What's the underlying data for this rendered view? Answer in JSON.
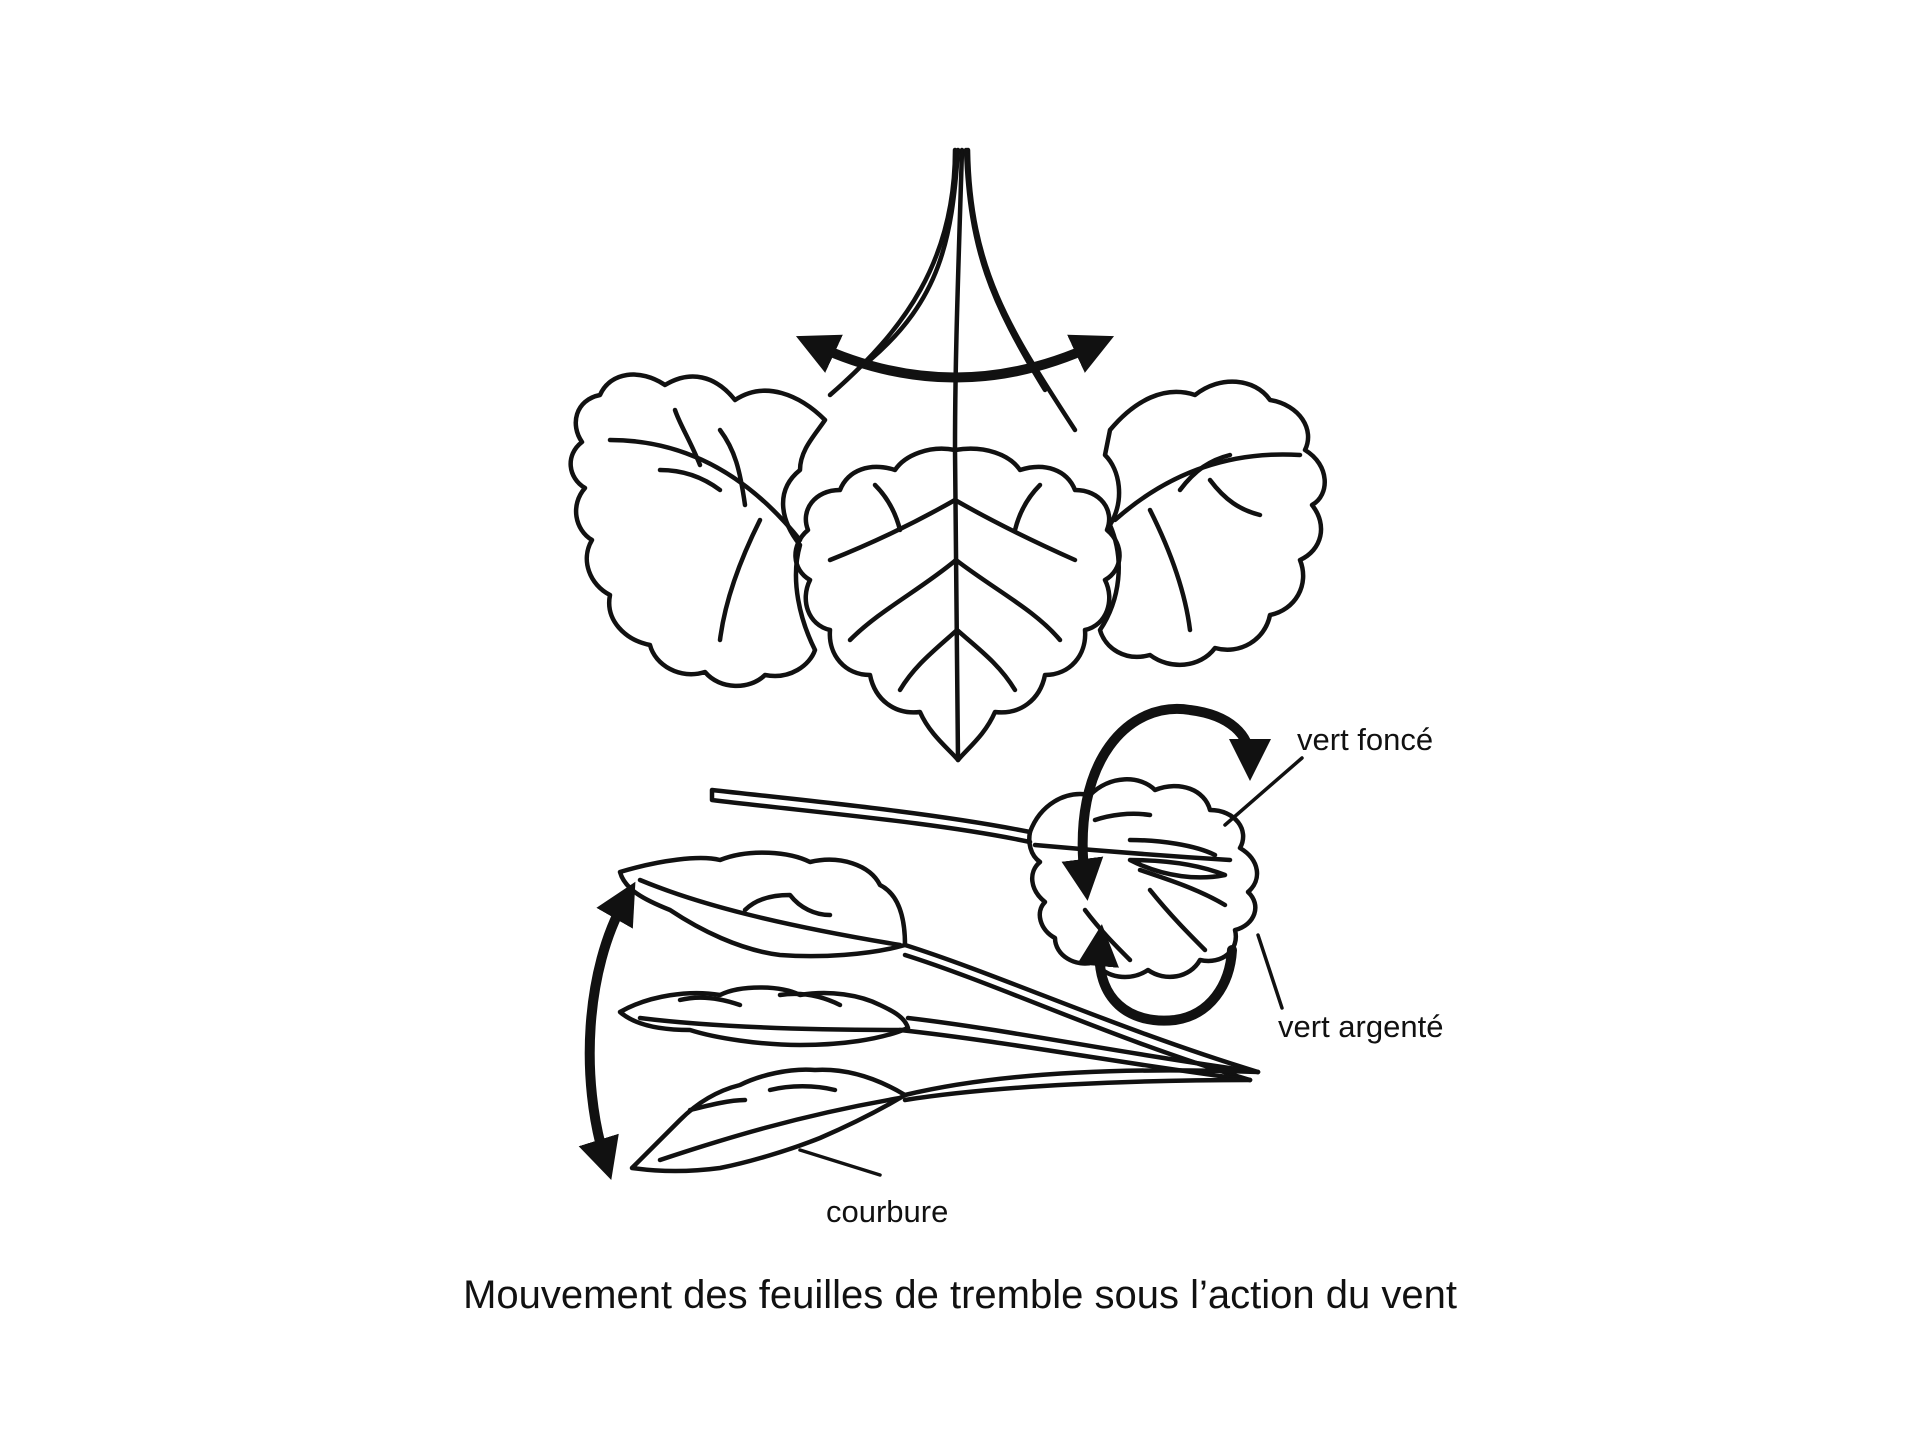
{
  "labels": {
    "vert_fonce": "vert foncé",
    "vert_argente": "vert argenté",
    "courbure": "courbure"
  },
  "caption": "Mouvement des feuilles de tremble sous l’action du vent",
  "colors": {
    "ink": "#111111",
    "paper": "#ffffff"
  }
}
